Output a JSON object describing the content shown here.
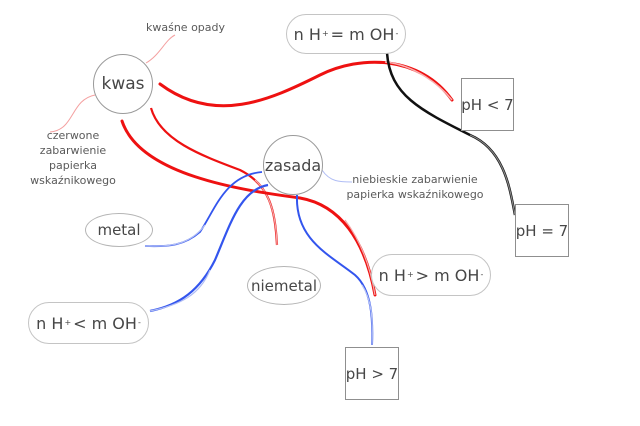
{
  "diagram": {
    "central_nodes": {
      "acid": "kwas",
      "base": "zasada"
    },
    "notes": {
      "acid_rain": "kwaśne opady",
      "red_paper": [
        "czerwone",
        "zabarwienie",
        "papierka",
        "wskaźnikowego"
      ],
      "blue_paper": [
        "niebieskie zabarwienie",
        "papierka wskaźnikowego"
      ]
    },
    "nodes": {
      "metal": "metal",
      "nonmetal": "niemetal"
    },
    "equations": {
      "equal": {
        "left": "n H",
        "left_sup": "+",
        "op": "= m OH",
        "right_sup": "-"
      },
      "greater": {
        "left": "n H",
        "left_sup": "+",
        "op": "> m OH",
        "right_sup": "-"
      },
      "less": {
        "left": "n H",
        "left_sup": "+",
        "op": "< m OH",
        "right_sup": "-"
      }
    },
    "ph_boxes": {
      "lt": "pH < 7",
      "eq": "pH = 7",
      "gt": "pH > 7"
    },
    "link_colors": {
      "acid": "#ee1111",
      "base": "#3355ee",
      "neutral": "#111111",
      "faint_gray": "#a0a0a0"
    }
  }
}
